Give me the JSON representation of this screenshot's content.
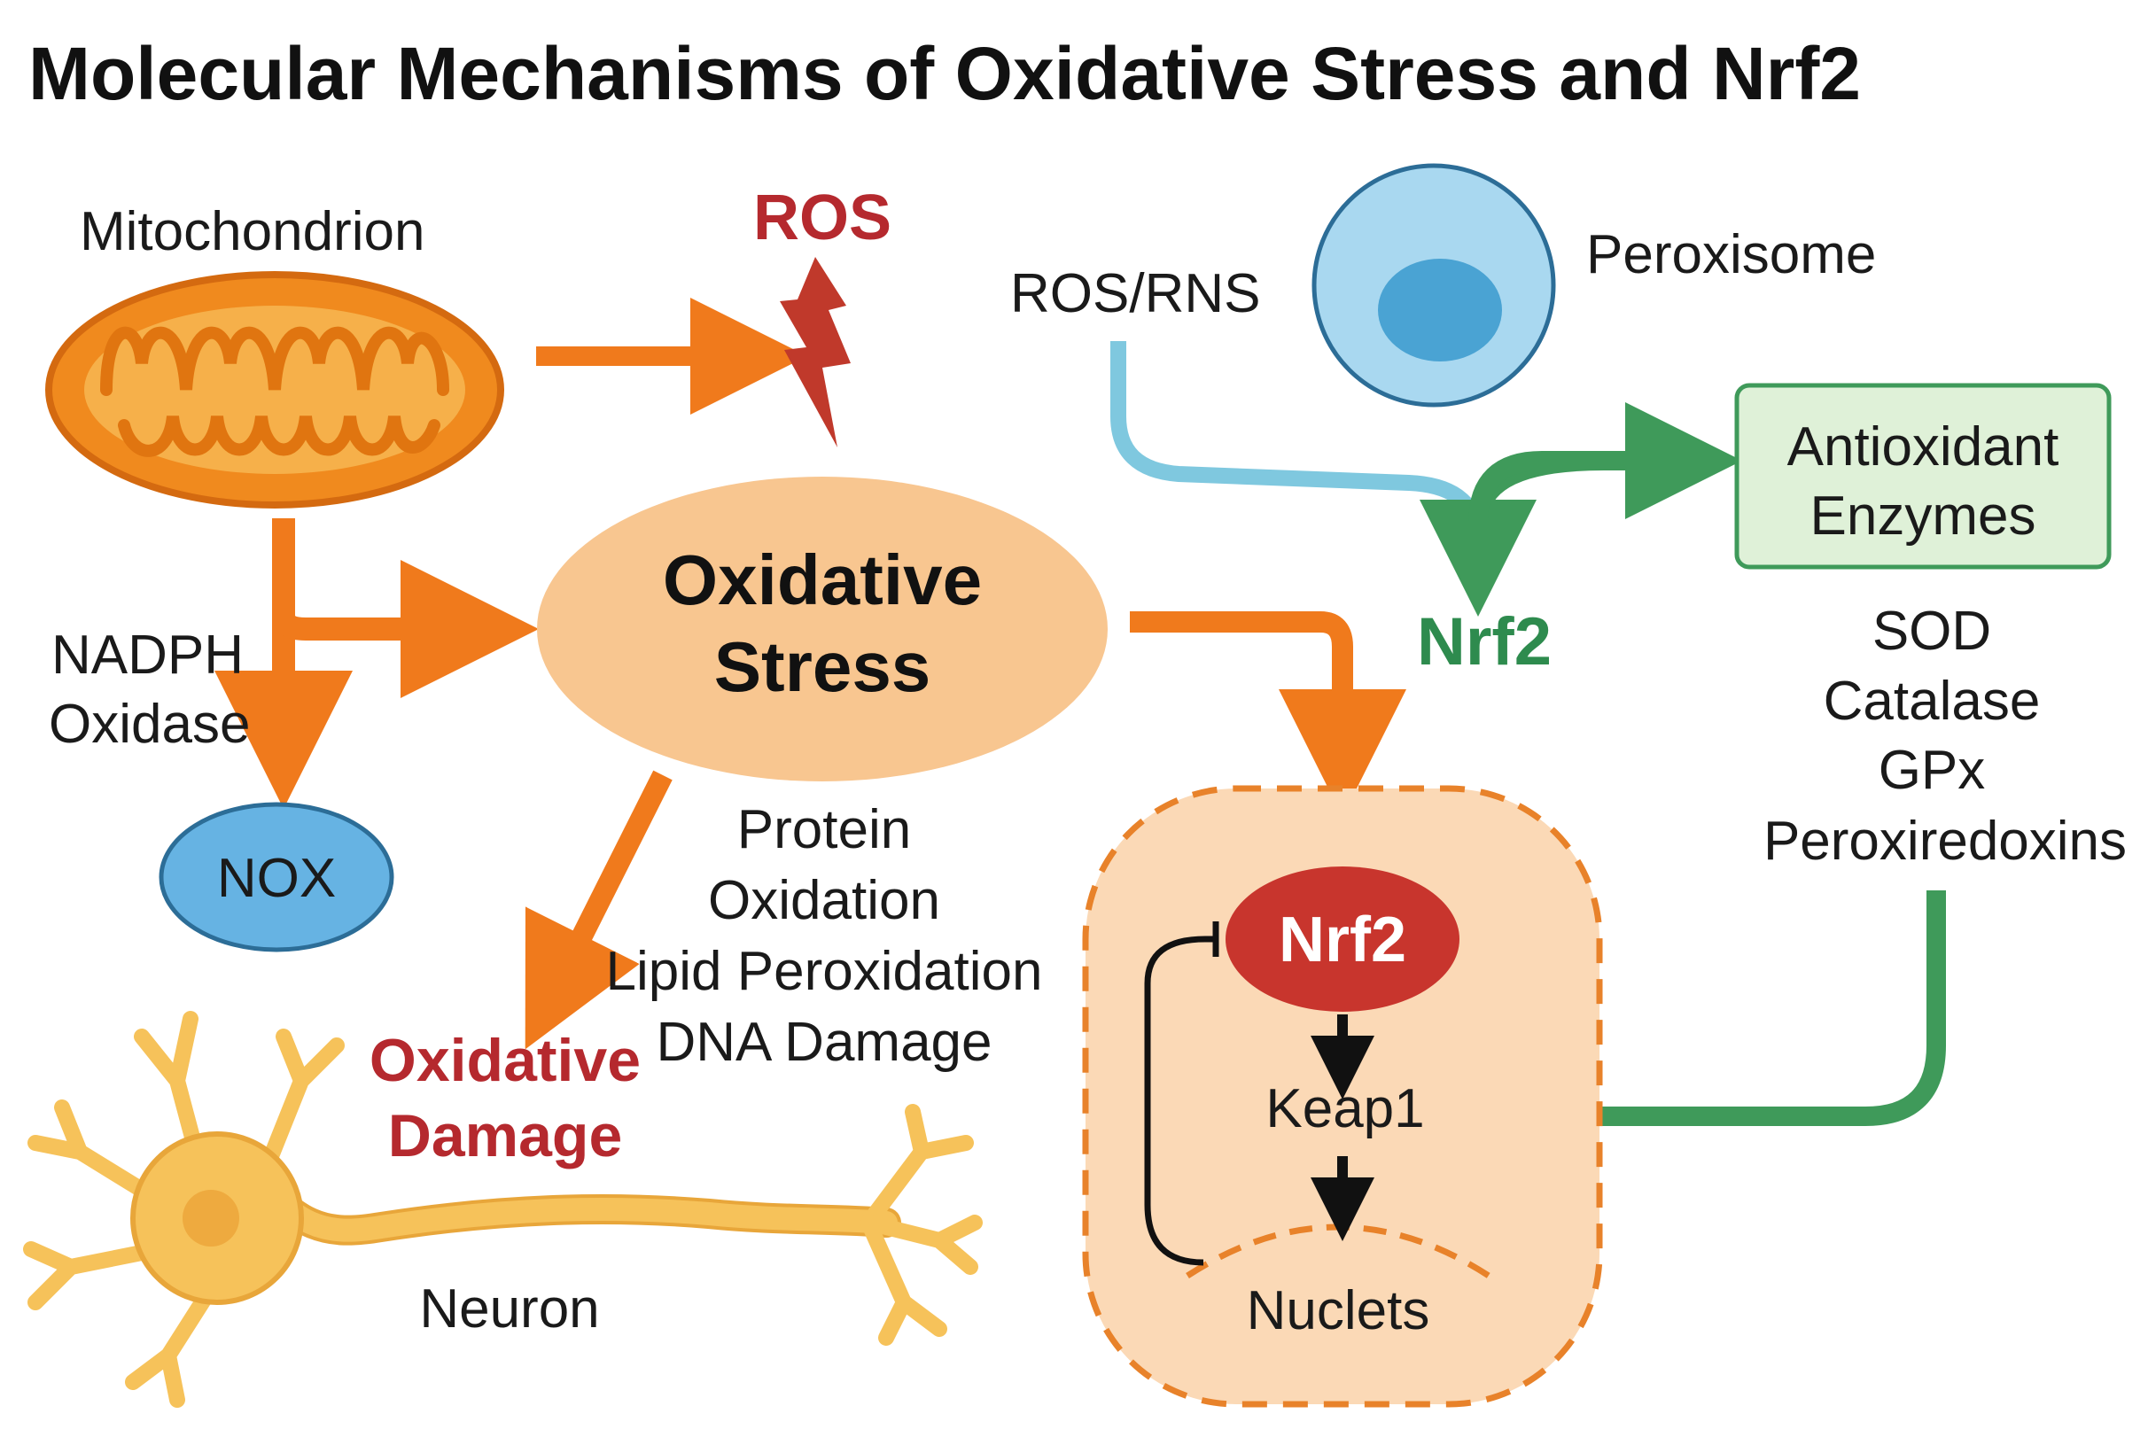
{
  "title": "Molecular Mechanisms of Oxidative Stress and Nrf2",
  "labels": {
    "mitochondrion": "Mitochondrion",
    "ros": "ROS",
    "ros_rns": "ROS/RNS",
    "peroxisome": "Peroxisome",
    "antioxidant_enzymes_line1": "Antioxidant",
    "antioxidant_enzymes_line2": "Enzymes",
    "nrf2_green": "Nrf2",
    "nadph_line1": "NADPH",
    "nadph_line2": "Oxidase",
    "oxidative_stress_line1": "Oxidative",
    "oxidative_stress_line2": "Stress",
    "nox": "NOX",
    "protein_line1": "Protein",
    "protein_line2": "Oxidation",
    "lipid": "Lipid Peroxidation",
    "dna": "DNA Damage",
    "oxidative_damage_line1": "Oxidative",
    "oxidative_damage_line2": "Damage",
    "neuron": "Neuron",
    "nrf2_red": "Nrf2",
    "keap1": "Keap1",
    "nuclets": "Nuclets"
  },
  "enzymes": [
    "SOD",
    "Catalase",
    "GPx",
    "Peroxiredoxins"
  ],
  "colors": {
    "orange_arrow": "#f07a1c",
    "ros_red": "#b5292e",
    "green": "#3f9a5a",
    "light_blue": "#7fc8df",
    "stress_fill": "#f8c690",
    "cell_fill": "#fbd9b6",
    "cell_border": "#e8822a",
    "nox_fill": "#66b3e3",
    "peroxisome_fill": "#a9d8f0",
    "enzyme_box_fill": "#dff1d8",
    "neuron_fill": "#f6c25a"
  }
}
